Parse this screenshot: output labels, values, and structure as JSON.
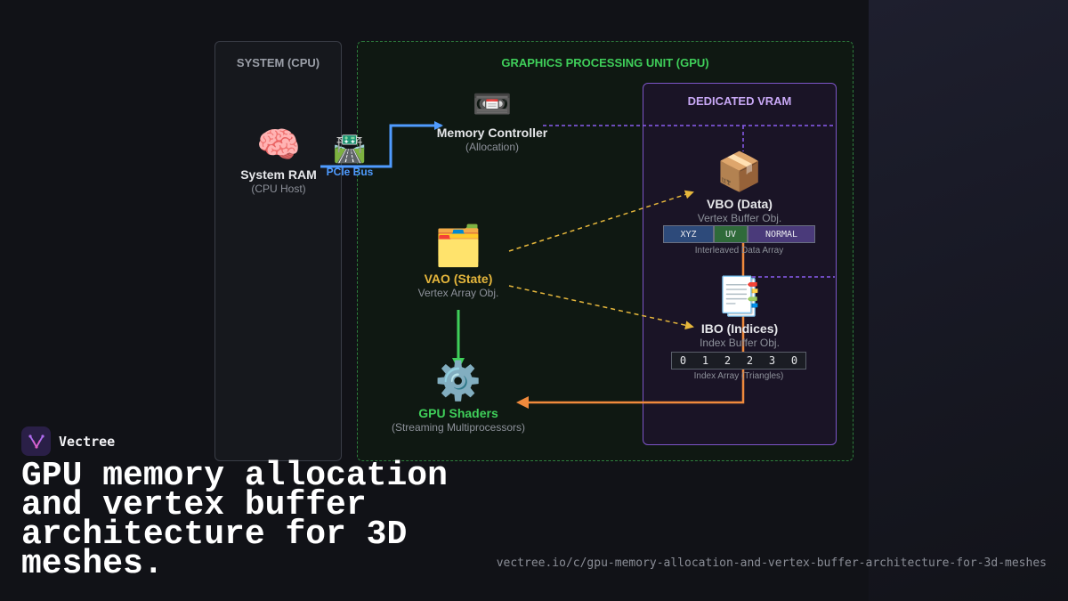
{
  "panels": {
    "cpu": "SYSTEM (CPU)",
    "gpu": "GRAPHICS PROCESSING UNIT (GPU)",
    "vram": "DEDICATED VRAM"
  },
  "nodes": {
    "system_ram": {
      "icon": "brain-icon",
      "glyph": "🧠",
      "label": "System RAM",
      "sub": "(CPU Host)"
    },
    "pcie_bus": {
      "icon": "highway-icon",
      "glyph": "🛣️",
      "label": "PCIe Bus"
    },
    "memory_controller": {
      "icon": "videocassette-icon",
      "glyph": "📼",
      "label": "Memory Controller",
      "sub": "(Allocation)"
    },
    "vao": {
      "icon": "card-index-dividers-icon",
      "glyph": "🗂️",
      "label": "VAO (State)",
      "sub": "Vertex Array Obj."
    },
    "gpu_shaders": {
      "icon": "gear-icon",
      "glyph": "⚙️",
      "label": "GPU Shaders",
      "sub": "(Streaming Multiprocessors)"
    },
    "vbo": {
      "icon": "package-icon",
      "glyph": "📦",
      "label": "VBO (Data)",
      "sub": "Vertex Buffer Obj."
    },
    "ibo": {
      "icon": "bookmark-tabs-icon",
      "glyph": "📑",
      "label": "IBO (Indices)",
      "sub": "Index Buffer Obj."
    }
  },
  "vbo_strip": {
    "cells": [
      "XYZ",
      "UV",
      "NORMAL"
    ],
    "caption": "Interleaved Data Array"
  },
  "ibo_strip": {
    "values": [
      "0",
      "1",
      "2",
      "2",
      "3",
      "0"
    ],
    "caption": "Index Array (Triangles)"
  },
  "colors": {
    "cpu_border": "#3a3d47",
    "gpu_border": "#2f7d3e",
    "vram_border": "#7d55c7",
    "pcie_wire": "#4f9bff",
    "vao_link": "#e6b73c",
    "vao_to_shaders": "#3fcf5a",
    "ibo_to_shaders": "#f08a3c",
    "alloc_link": "#8a5cf0",
    "xyz_cell": "#2d4a7a",
    "uv_cell": "#2f6a3a",
    "normal_cell": "#4a3a7a"
  },
  "footer": {
    "brand": "Vectree",
    "headline": "GPU memory allocation and vertex buffer architecture for 3D meshes.",
    "url": "vectree.io/c/gpu-memory-allocation-and-vertex-buffer-architecture-for-3d-meshes"
  }
}
